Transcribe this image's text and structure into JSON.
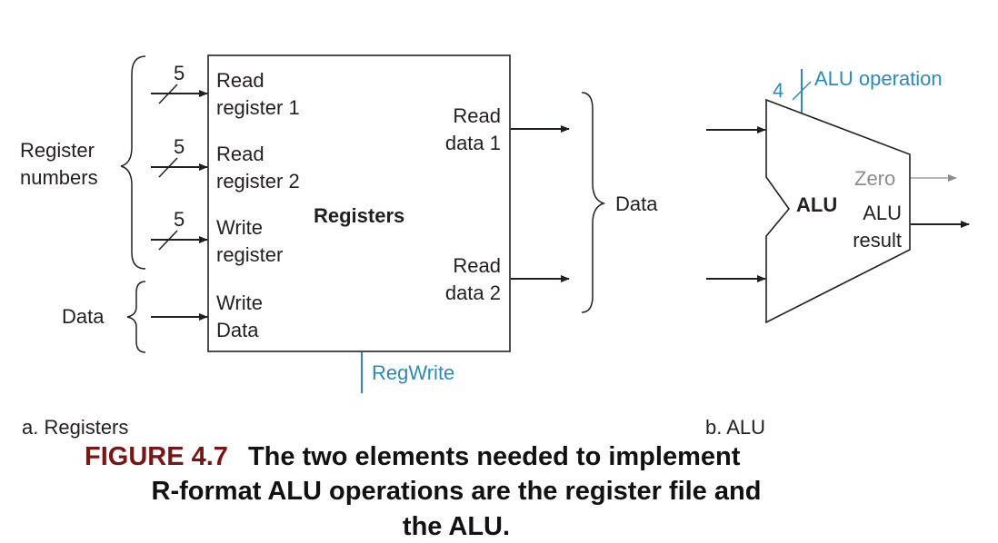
{
  "registers": {
    "block_label": "Registers",
    "read_register_1": [
      "Read",
      "register 1"
    ],
    "read_register_2": [
      "Read",
      "register 2"
    ],
    "write_register": [
      "Write",
      "register"
    ],
    "write_data": [
      "Write",
      "Data"
    ],
    "read_data_1": [
      "Read",
      "data 1"
    ],
    "read_data_2": [
      "Read",
      "data 2"
    ],
    "bus_width_1": "5",
    "bus_width_2": "5",
    "bus_width_3": "5",
    "register_numbers": [
      "Register",
      "numbers"
    ],
    "data_in": "Data",
    "data_out": "Data",
    "control": "RegWrite",
    "sublabel": "a. Registers"
  },
  "alu": {
    "block_label": "ALU",
    "operation": "ALU operation",
    "operation_width": "4",
    "zero": "Zero",
    "result": [
      "ALU",
      "result"
    ],
    "sublabel": "b. ALU"
  },
  "caption": {
    "figure_label": "FIGURE 4.7",
    "line1": "The two elements needed to implement",
    "line2": "R-format ALU operations are the register file and",
    "line3": "the ALU."
  },
  "colors": {
    "control_blue": "#2a8bb8",
    "figure_red": "#7a1515",
    "zero_gray": "#8c8c8c"
  }
}
